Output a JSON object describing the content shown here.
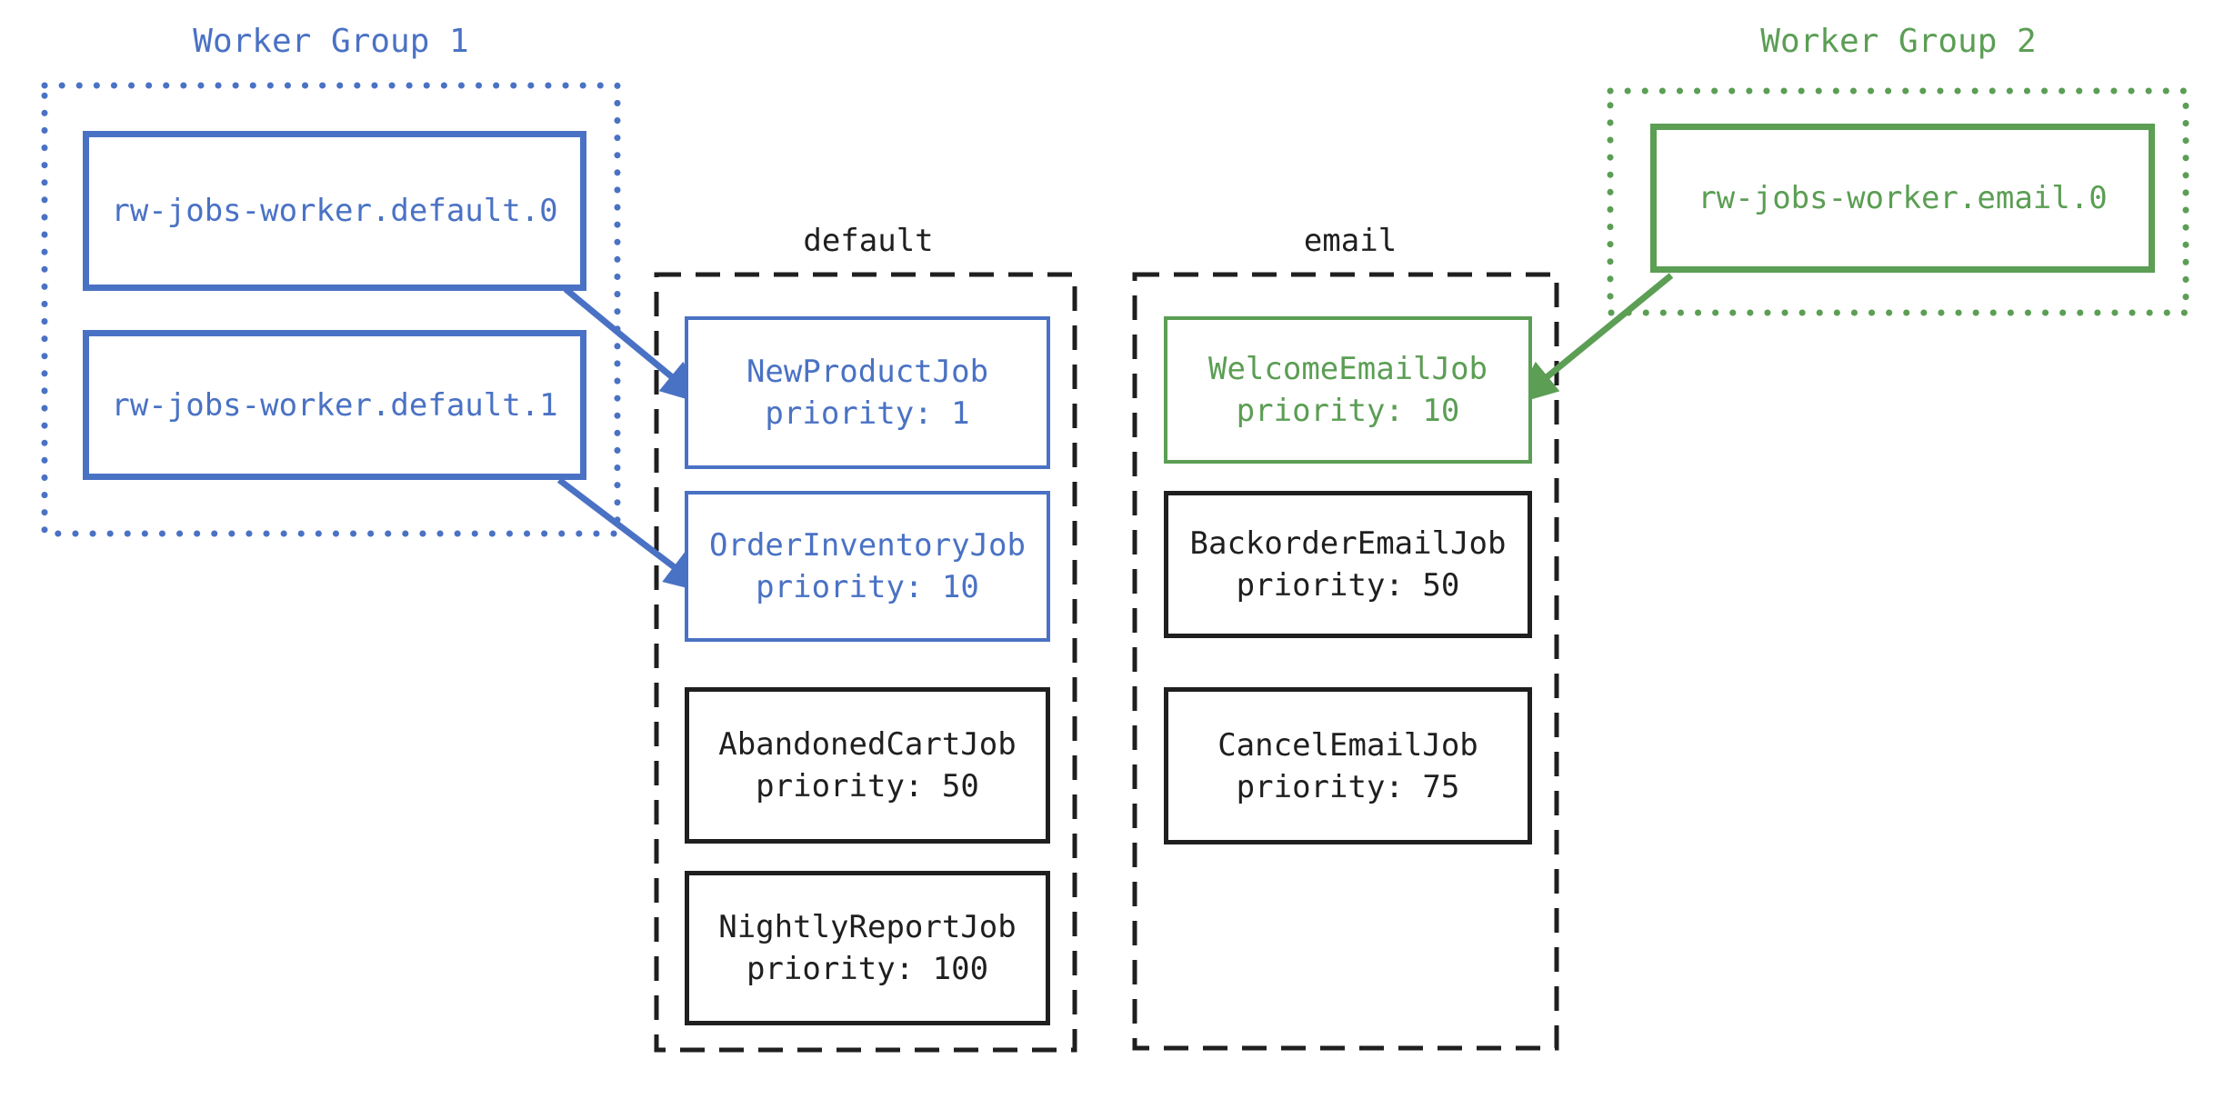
{
  "diagram": {
    "colors": {
      "blue": "#4a72c4",
      "green": "#5b9e54",
      "black": "#1f1f1f"
    },
    "worker_groups": [
      {
        "title": "Worker Group 1",
        "workers": [
          {
            "label": "rw-jobs-worker.default.0"
          },
          {
            "label": "rw-jobs-worker.default.1"
          }
        ]
      },
      {
        "title": "Worker Group 2",
        "workers": [
          {
            "label": "rw-jobs-worker.email.0"
          }
        ]
      }
    ],
    "queues": [
      {
        "label": "default",
        "jobs": [
          {
            "name": "NewProductJob",
            "priority": "priority: 1"
          },
          {
            "name": "OrderInventoryJob",
            "priority": "priority: 10"
          },
          {
            "name": "AbandonedCartJob",
            "priority": "priority: 50"
          },
          {
            "name": "NightlyReportJob",
            "priority": "priority: 100"
          }
        ]
      },
      {
        "label": "email",
        "jobs": [
          {
            "name": "WelcomeEmailJob",
            "priority": "priority: 10"
          },
          {
            "name": "BackorderEmailJob",
            "priority": "priority: 50"
          },
          {
            "name": "CancelEmailJob",
            "priority": "priority: 75"
          }
        ]
      }
    ]
  }
}
